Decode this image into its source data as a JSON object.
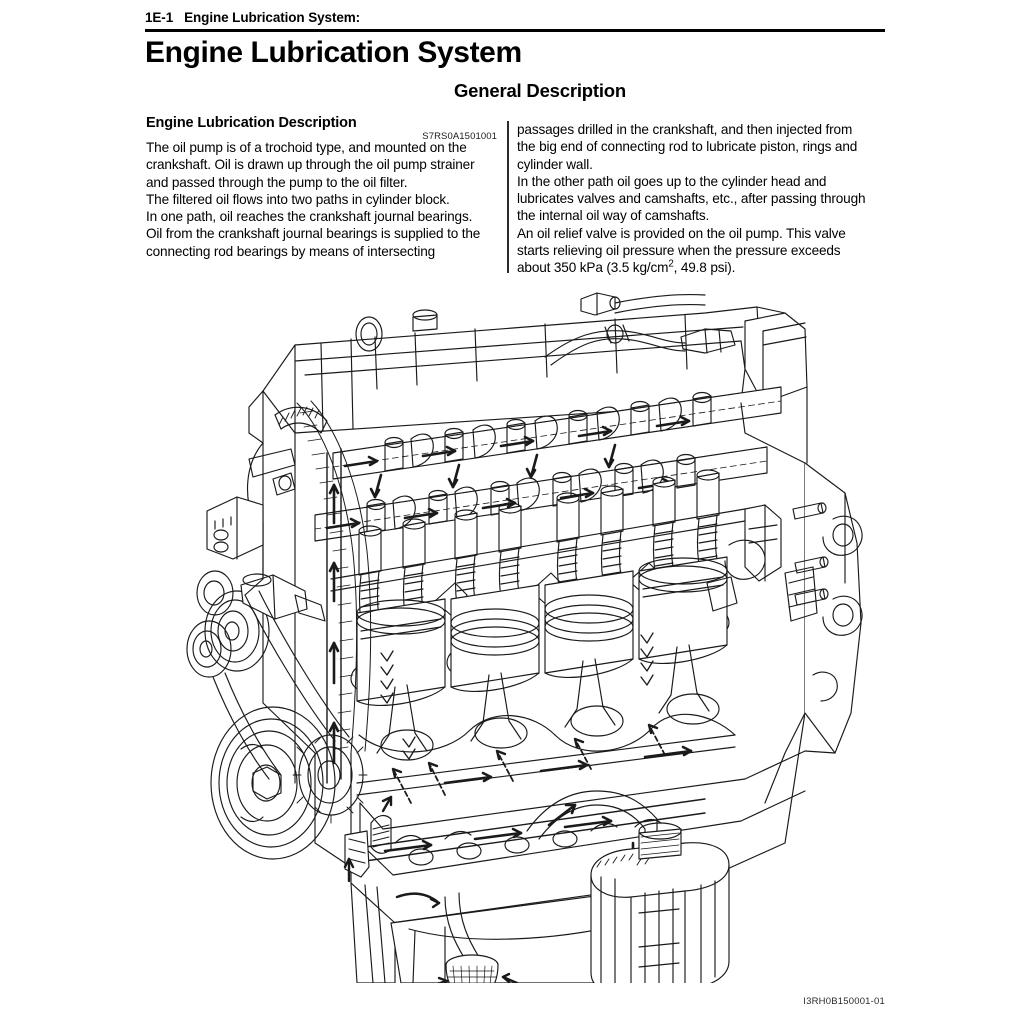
{
  "header": {
    "page_code": "1E-1",
    "running_title": "Engine Lubrication System:"
  },
  "doc_title": "Engine Lubrication System",
  "section_title": "General Description",
  "body": {
    "subheading": "Engine Lubrication Description",
    "reference_code": "S7RS0A1501001",
    "left_column": [
      "The oil pump is of a trochoid type, and mounted on the crankshaft. Oil is drawn up through the oil pump strainer and passed through the pump to the oil filter.",
      "The filtered oil flows into two paths in cylinder block.",
      "In one path, oil reaches the crankshaft journal bearings.",
      "Oil from the crankshaft journal bearings is supplied to the connecting rod bearings by means of intersecting"
    ],
    "right_column_lead": "passages drilled in the crankshaft, and then injected from the big end of connecting rod to lubricate piston, rings and cylinder wall.",
    "right_column": [
      "In the other path oil goes up to the cylinder head and lubricates valves and camshafts, etc., after passing through the internal oil way of camshafts.",
      "An oil relief valve is provided on the oil pump. This valve starts relieving oil pressure when the pressure exceeds about 350 kPa (3.5 kg/cm², 49.8 psi)."
    ],
    "pressure_value_kpa": "350 kPa",
    "pressure_value_kgcm2": "3.5 kg/cm2",
    "pressure_value_psi": "49.8 psi"
  },
  "figure": {
    "caption_code": "I3RH0B150001-01",
    "description": "Cutaway illustration of an inline four-cylinder engine showing the oil lubrication circuit: oil pump strainer in the oil pan, trochoid oil pump on the crankshaft nose, cartridge oil filter, main oil gallery in the cylinder block, crankshaft journal and connecting rod bearings, and the oil feed up to the cylinder head through the hollow camshafts, with flow-direction arrows.",
    "alt_label": "Engine lubrication system cutaway diagram"
  }
}
